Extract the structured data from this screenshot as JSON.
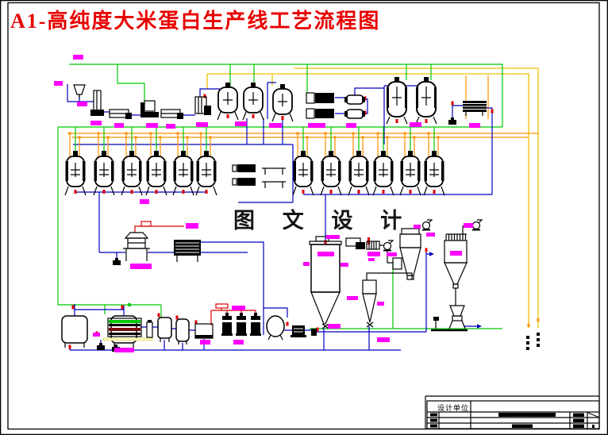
{
  "sheet": {
    "title": "A1-高纯度大米蛋白生产线工艺流程图",
    "watermark": "图 文 设 计",
    "title_block": {
      "design_unit_label": "设计单位"
    }
  },
  "colors": {
    "title": "#e80000",
    "label": "#ff00ff",
    "pipe_green": "#00c800",
    "pipe_orange": "#ff9000",
    "pipe_yellow": "#f0c000",
    "pipe_blue": "#0000c0",
    "pipe_red": "#e00000",
    "paper": "#ffffff"
  }
}
